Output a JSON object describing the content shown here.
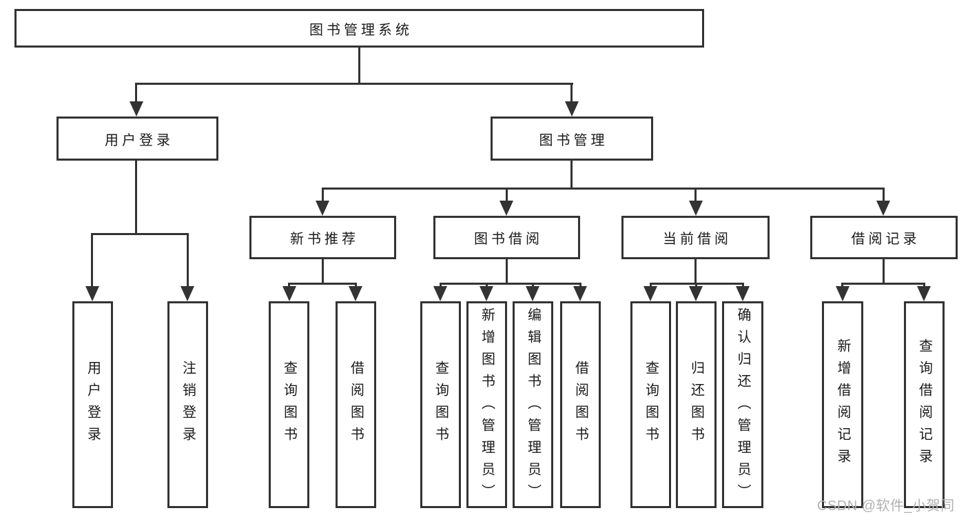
{
  "tree": {
    "label": "图书管理系统",
    "children": [
      {
        "label": "用户登录",
        "children": [
          {
            "label": "用户登录"
          },
          {
            "label": "注销登录"
          }
        ]
      },
      {
        "label": "图书管理",
        "children": [
          {
            "label": "新书推荐",
            "children": [
              {
                "label": "查询图书"
              },
              {
                "label": "借阅图书"
              }
            ]
          },
          {
            "label": "图书借阅",
            "children": [
              {
                "label": "查询图书"
              },
              {
                "label": "新增图书（管理员）"
              },
              {
                "label": "编辑图书（管理员）"
              },
              {
                "label": "借阅图书"
              }
            ]
          },
          {
            "label": "当前借阅",
            "children": [
              {
                "label": "查询图书"
              },
              {
                "label": "归还图书"
              },
              {
                "label": "确认归还（管理员）"
              }
            ]
          },
          {
            "label": "借阅记录",
            "children": [
              {
                "label": "新增借阅记录"
              },
              {
                "label": "查询借阅记录"
              }
            ]
          }
        ]
      }
    ]
  },
  "watermark": "CSDN @软件_小贺同学",
  "colors": {
    "line": "#333333",
    "text": "#1a1a1a",
    "watermark": "#b2b2b2",
    "background": "#ffffff"
  }
}
